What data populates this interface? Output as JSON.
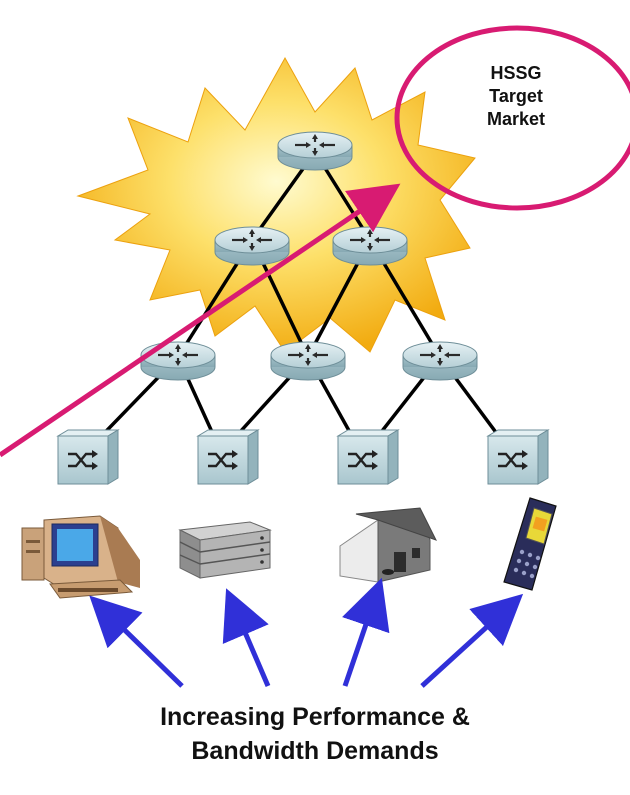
{
  "callout": {
    "lines": [
      "HSSG",
      "Target",
      "Market"
    ],
    "ring_color": "#d81b72"
  },
  "caption": {
    "line1": "Increasing Performance &",
    "line2": "Bandwidth Demands"
  },
  "colors": {
    "burst": "#f7b91e",
    "burst_glow": "#fff6b0",
    "router": "#c8dde3",
    "switch": "#bfd8df",
    "pointer_arrow": "#d81b72",
    "demand_arrows": "#3030d8",
    "links": "#000000"
  },
  "devices": {
    "routers": [
      "router-core",
      "router-agg-left",
      "router-agg-right",
      "router-edge-left",
      "router-edge-center",
      "router-edge-right"
    ],
    "switches": [
      "switch-1",
      "switch-2",
      "switch-3",
      "switch-4"
    ],
    "endpoints": [
      "desktop-computer-icon",
      "server-rack-icon",
      "building-icon",
      "mobile-phone-icon"
    ]
  }
}
